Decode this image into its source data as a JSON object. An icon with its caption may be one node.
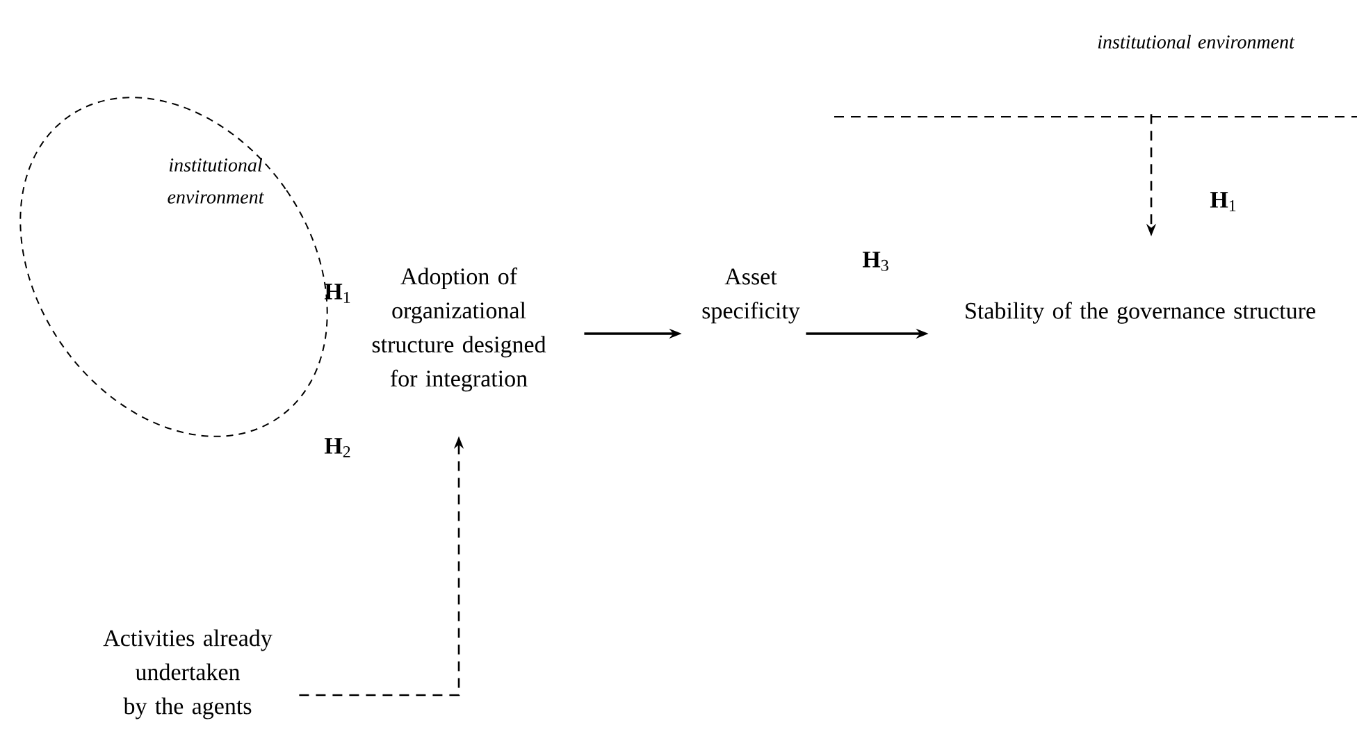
{
  "diagram": {
    "nodes": [
      {
        "text": [
          "institutional environment"
        ]
      },
      {
        "text": [
          "Adoption of organizational structure designed for integration"
        ]
      },
      {
        "text": [
          "Asset specificity"
        ]
      },
      {
        "text": [
          "Stability of the governance structure"
        ]
      },
      {
        "text": [
          "Activities already undertaken by the agents"
        ]
      },
      {
        "text": [
          "institutional environment"
        ]
      }
    ],
    "edges": [
      {
        "from": 1,
        "to": 2,
        "arrow": "to"
      },
      {
        "from": 2,
        "to": 3,
        "arrow": "to"
      },
      {
        "from": 4,
        "to": 1,
        "arrow": "to",
        "style": "dashed"
      },
      {
        "from": 5,
        "to": 3,
        "arrow": "to",
        "style": "dashed"
      }
    ],
    "labels": [
      "**H**$_{1}$",
      "**H**$_{2}$",
      "**H**$_{3}$",
      "**H**$_{1}$"
    ]
  }
}
